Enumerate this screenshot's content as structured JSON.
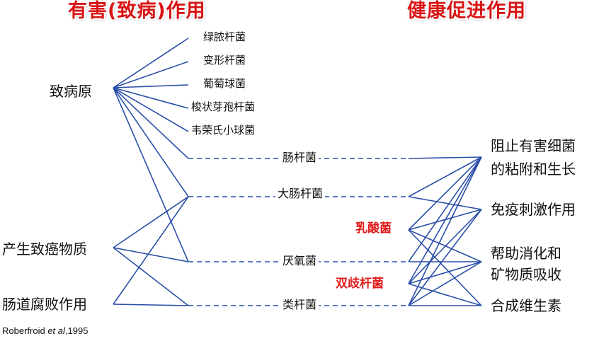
{
  "headers": {
    "harmful": "有害(致病)作用",
    "healthy": "健康促进作用"
  },
  "left_effects": {
    "pathogen": "致病原",
    "carcinogen": "产生致癌物质",
    "putrefaction": "肠道腐败作用"
  },
  "pathogens": [
    "绿脓杆菌",
    "变形杆菌",
    "葡萄球菌",
    "梭状芽孢杆菌",
    "韦荣氏小球菌"
  ],
  "bacteria": {
    "enterococcus": "肠杆菌",
    "ecoli": "大肠杆菌",
    "lactobacillus": "乳酸菌",
    "anaerobe": "厌氧菌",
    "bifidobacterium": "双歧杆菌",
    "bacteroides": "类杆菌"
  },
  "benefits": {
    "inhibit_line1": "阻止有害细菌",
    "inhibit_line2": "的粘附和生长",
    "immune": "免疫刺激作用",
    "digest_line1": "帮助消化和",
    "digest_line2": "矿物质吸收",
    "vitamin": "合成维生素"
  },
  "citation": {
    "author": "Roberfroid ",
    "etal": "et al",
    "year": ",1995"
  },
  "colors": {
    "header": "#d81515",
    "line": "#2a4fa8",
    "beneficial": "#e01b1b",
    "text": "#111111"
  }
}
